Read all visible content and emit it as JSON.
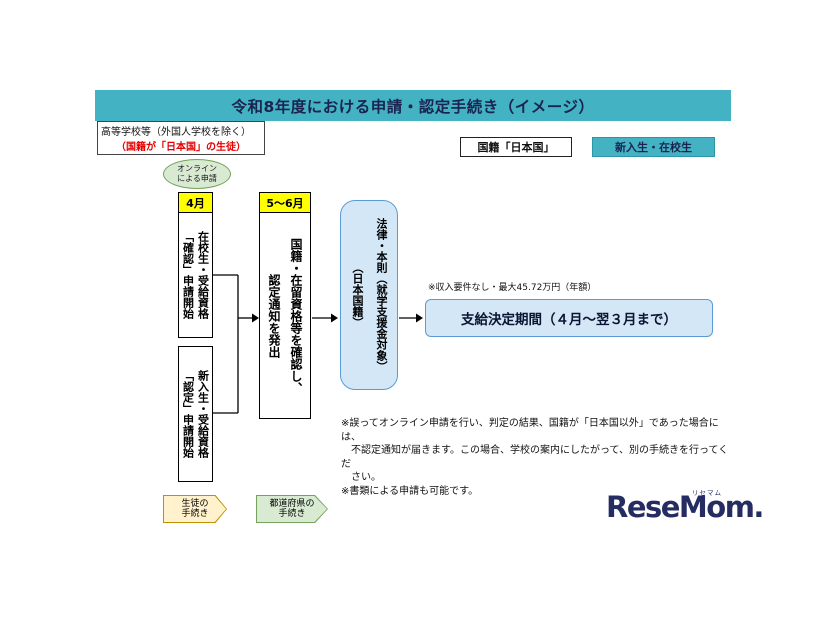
{
  "colors": {
    "teal_header": "#43b3c4",
    "navy_text": "#1b2450",
    "highlight_yellow": "#ffff00",
    "light_blue_fill": "#d3e7f6",
    "blue_border": "#5b9bd5",
    "green_fill": "#d9ead3",
    "green_border": "#76a35c",
    "red_text": "#e60000",
    "legend_yellow_fill": "#fff2cc",
    "legend_yellow_border": "#bf9000"
  },
  "title_bar": {
    "title": "令和8年度における申請・認定手続き（イメージ）"
  },
  "subject": {
    "line1": "高等学校等（外国人学校を除く）",
    "line2": "（国籍が「日本国」の生徒）"
  },
  "badges": {
    "nationality": "国籍「日本国」",
    "students": "新入生・在校生"
  },
  "flow": {
    "online_callout": "オンライン\nによる申請",
    "month_april": "4月",
    "month_may_june": "5～6月",
    "box_enrolled": "在校生・受給資格\n「確認」申請開始",
    "box_new_students": "新入生・受給資格\n「認定」申請開始",
    "box_verify": "国籍・在留資格等を確認し、\n認定通知を発出",
    "box_law": "法律・本則（就学支援金対象）\n（日本国籍）",
    "income_note": "※収入要件なし・最大45.72万円（年額）",
    "box_decision_period": "支給決定期間（４月～翌３月まで）"
  },
  "notes": {
    "text": "※誤ってオンライン申請を行い、判定の結果、国籍が「日本国以外」であった場合には、\n　不認定通知が届きます。この場合、学校の案内にしたがって、別の手続きを行ってくだ\n　さい。\n※書類による申請も可能です。"
  },
  "legend": {
    "student": "生徒の\n手続き",
    "prefecture": "都道府県の\n手続き"
  },
  "logo": {
    "main": "ReseMom.",
    "ruby": "リセマム"
  }
}
